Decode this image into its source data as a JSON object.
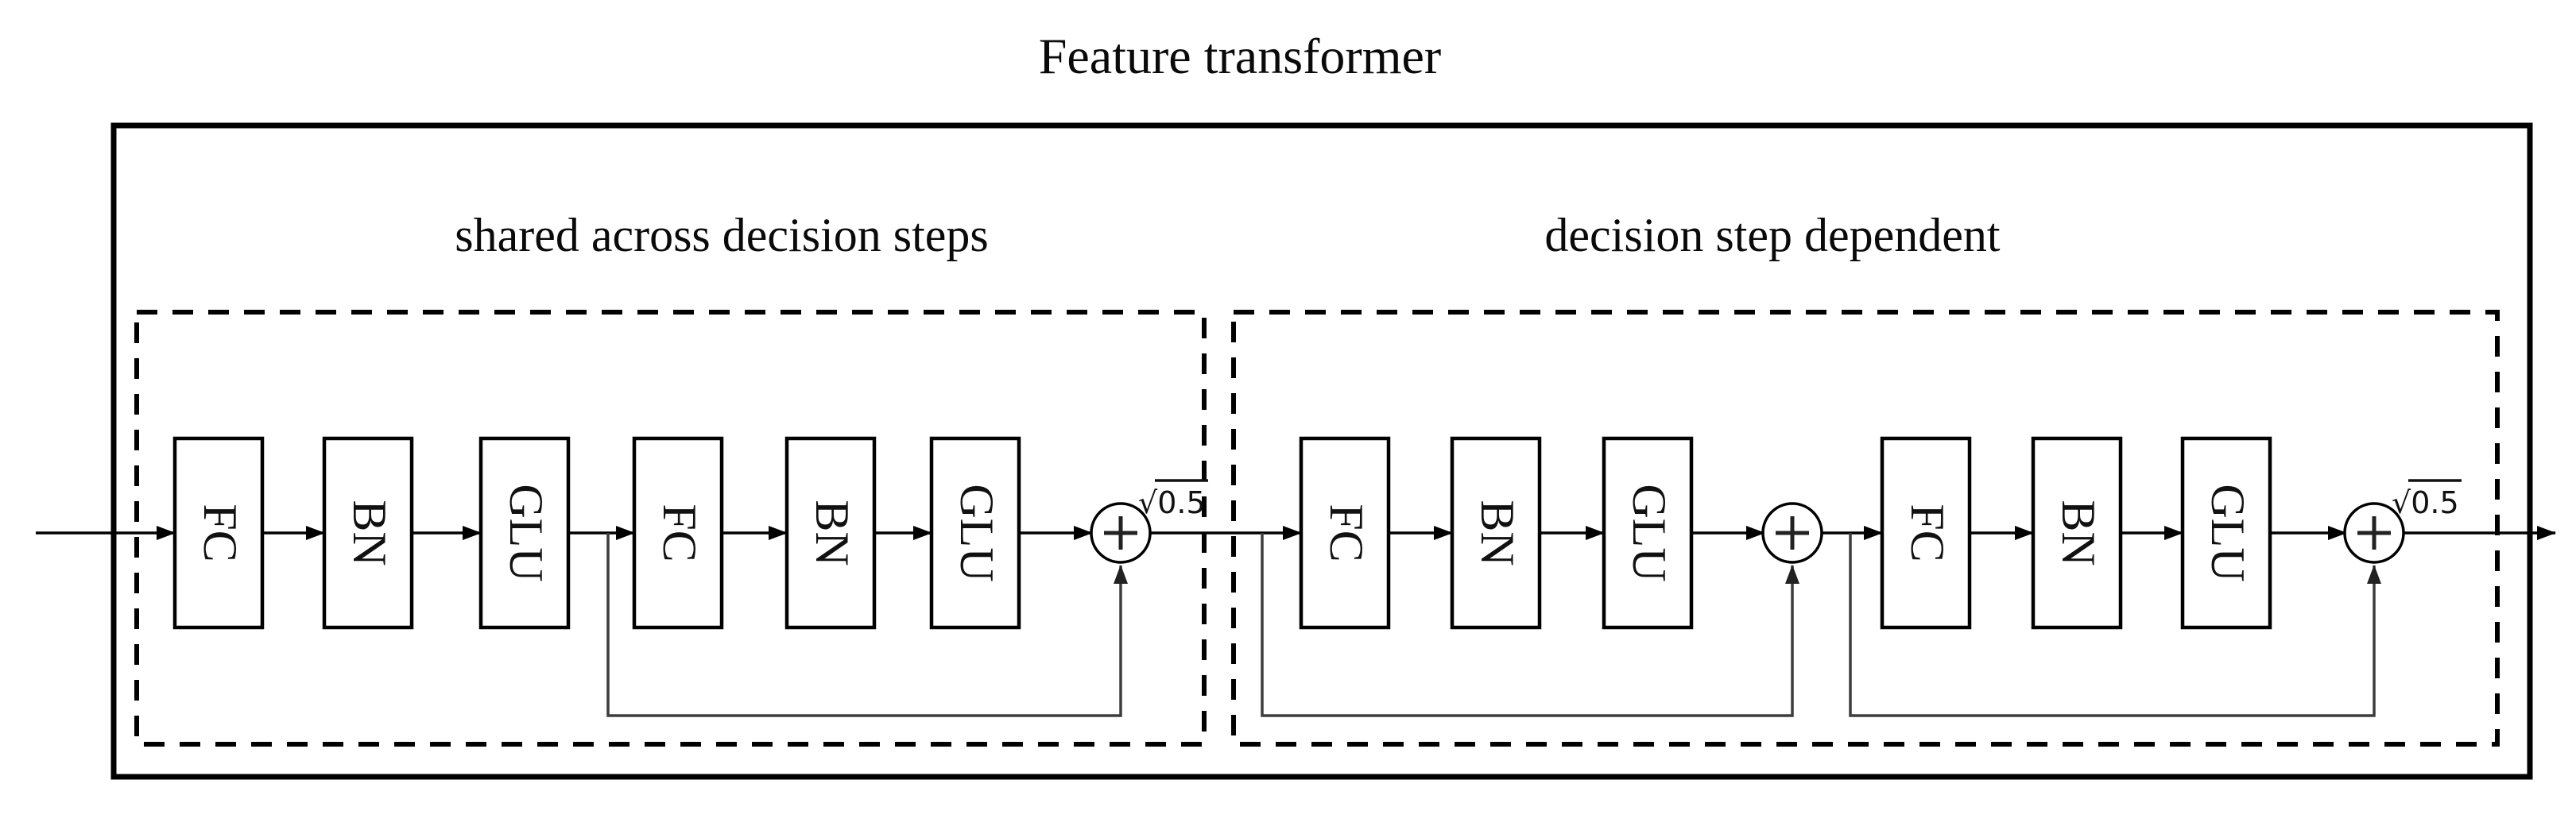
{
  "title": "Feature transformer",
  "sections": [
    {
      "id": "shared",
      "label": "shared across decision steps"
    },
    {
      "id": "dependent",
      "label": "decision step dependent"
    }
  ],
  "pipeline": {
    "blocks": [
      "FC",
      "BN",
      "GLU",
      "FC",
      "BN",
      "GLU",
      "FC",
      "BN",
      "GLU",
      "FC",
      "BN",
      "GLU"
    ],
    "adder_symbol": "+",
    "scale_label": {
      "radical": "√",
      "value": "0.5"
    },
    "adders": [
      {
        "index": 1,
        "has_scale_label": true
      },
      {
        "index": 2,
        "has_scale_label": false
      },
      {
        "index": 3,
        "has_scale_label": true
      }
    ]
  },
  "colors": {
    "stroke": "#000000",
    "rail": "#3d3d3d",
    "text": "#111111",
    "background": "#ffffff"
  }
}
